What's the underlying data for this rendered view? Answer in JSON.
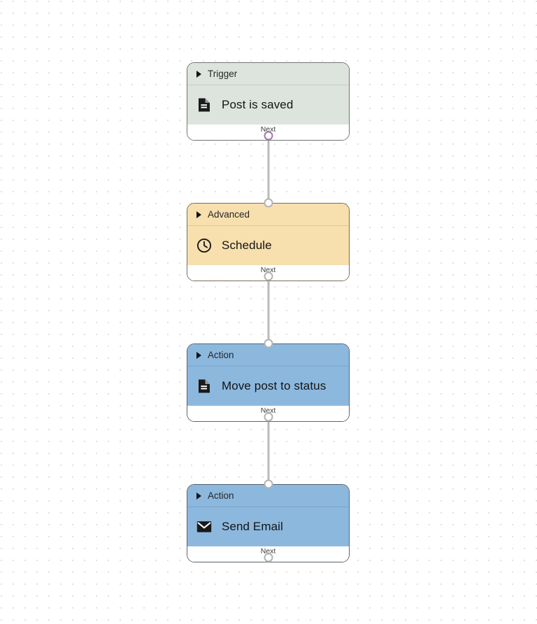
{
  "canvas": {
    "background_color": "#ffffff",
    "grid_dot_color": "#e8dede",
    "grid_spacing": "17px",
    "edge_color": "#b9b9b9"
  },
  "nodes": [
    {
      "id": "trigger-post-is-saved",
      "category": "Trigger",
      "title": "Post is saved",
      "icon": "document-icon",
      "footer_label": "Next",
      "theme": "trigger",
      "fill_color": "#dde4de",
      "port_color": "#a874b0"
    },
    {
      "id": "advanced-schedule",
      "category": "Advanced",
      "title": "Schedule",
      "icon": "clock-icon",
      "footer_label": "Next",
      "theme": "advanced",
      "fill_color": "#f7dfae",
      "port_color": "#b3b3b3"
    },
    {
      "id": "action-move-post-to-status",
      "category": "Action",
      "title": "Move post to status",
      "icon": "document-icon",
      "footer_label": "Next",
      "theme": "action",
      "fill_color": "#8cb8de",
      "port_color": "#b3b3b3"
    },
    {
      "id": "action-send-email",
      "category": "Action",
      "title": "Send Email",
      "icon": "envelope-icon",
      "footer_label": "Next",
      "theme": "action",
      "fill_color": "#8cb8de",
      "port_color": "#b3b3b3"
    }
  ]
}
